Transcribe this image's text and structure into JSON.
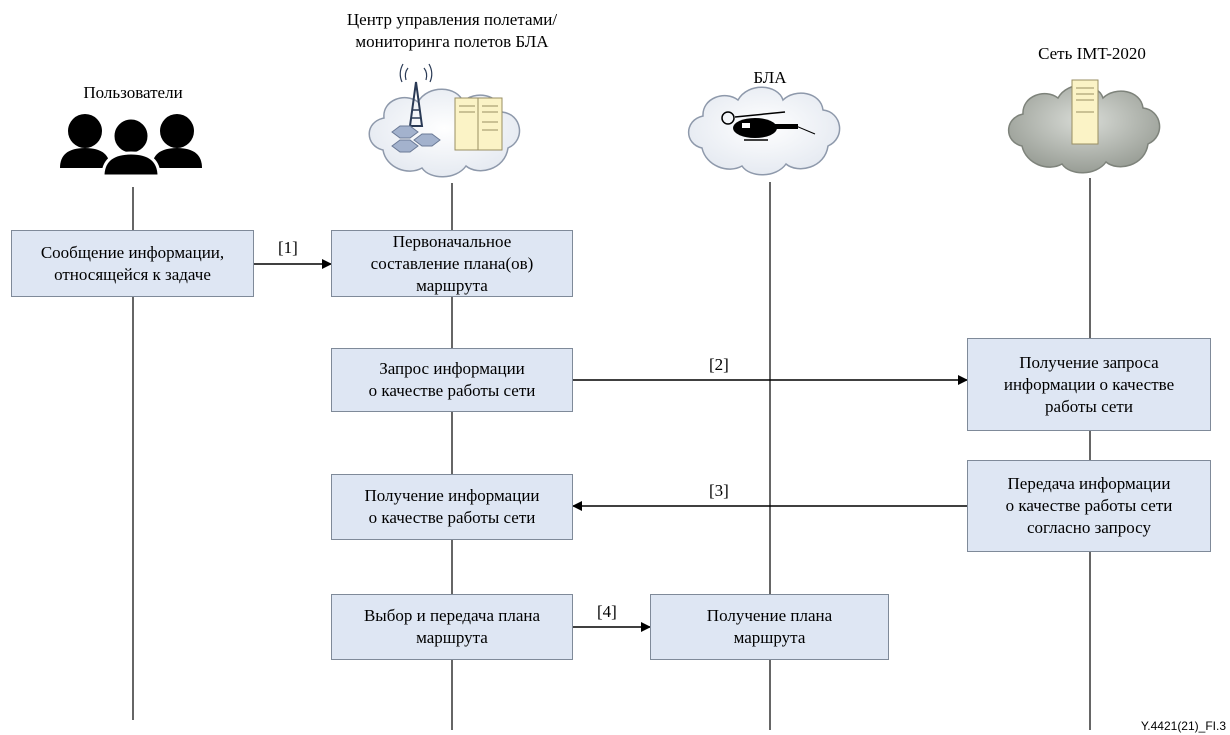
{
  "actors": {
    "users": {
      "label": "Пользователи"
    },
    "control_center": {
      "label": "Центр управления полетами/\nмониторинга полетов БЛА"
    },
    "uav": {
      "label": "БЛА"
    },
    "network": {
      "label": "Сеть IMT-2020"
    }
  },
  "boxes": {
    "users_task_info": "Сообщение информации,\nотносящейся к задаче",
    "initial_route_plan": "Первоначальное\nсоставление плана(ов)\nмаршрута",
    "request_network_info": "Запрос информации\nо качестве работы сети",
    "receive_request": "Получение запроса\nинформации о качестве\nработы сети",
    "send_network_info": "Передача информации\nо качестве работы сети\nсогласно запросу",
    "receive_network_info": "Получение информации\nо качестве работы сети",
    "select_send_plan": "Выбор и передача плана\nмаршрута",
    "receive_plan": "Получение плана\nмаршрута"
  },
  "messages": {
    "m1": "[1]",
    "m2": "[2]",
    "m3": "[3]",
    "m4": "[4]"
  },
  "footer": "Y.4421(21)_FI.3",
  "icons": {
    "users": "users-group-icon",
    "control_center": "control-center-cloud-icon",
    "uav": "helicopter-cloud-icon",
    "network": "server-cloud-icon"
  },
  "colors": {
    "box_fill": "#dee6f3",
    "cloud_light": "#f4f6fa",
    "cloud_dark": "#a8ada6"
  }
}
